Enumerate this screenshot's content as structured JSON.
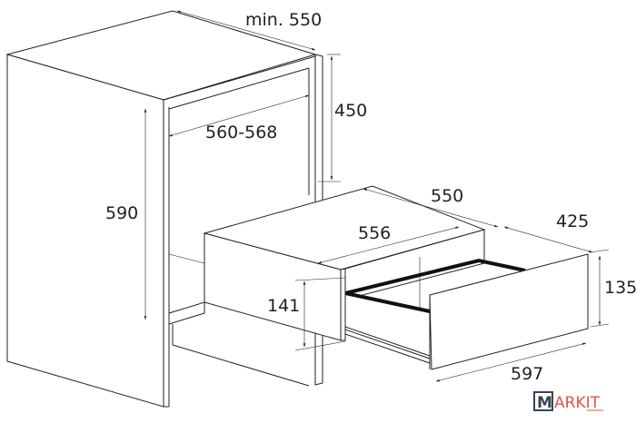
{
  "dimensions": {
    "cabinet_depth_min": "min. 550",
    "cabinet_top_clearance": "450",
    "niche_width": "560-568",
    "niche_height": "590",
    "drawer_depth": "550",
    "housing_width": "556",
    "drawer_extension": "425",
    "housing_height": "141",
    "front_height": "135",
    "front_width": "597"
  },
  "watermark": {
    "letter": "M",
    "text": "ARKIT"
  }
}
